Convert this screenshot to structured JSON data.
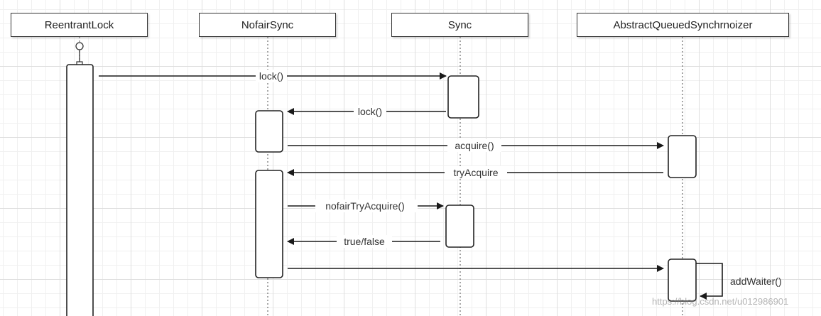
{
  "lifelines": [
    {
      "id": "reentrantlock",
      "label": "ReentrantLock"
    },
    {
      "id": "nofairsync",
      "label": "NofairSync"
    },
    {
      "id": "sync",
      "label": "Sync"
    },
    {
      "id": "aqs",
      "label": "AbstractQueuedSynchrnoizer"
    }
  ],
  "messages": [
    {
      "label": "lock()"
    },
    {
      "label": "lock()"
    },
    {
      "label": "acquire()"
    },
    {
      "label": "tryAcquire"
    },
    {
      "label": "nofairTryAcquire()"
    },
    {
      "label": "true/false"
    },
    {
      "label": ""
    },
    {
      "label": "addWaiter()"
    }
  ],
  "watermark": "https://blog.csdn.net/u012986901"
}
